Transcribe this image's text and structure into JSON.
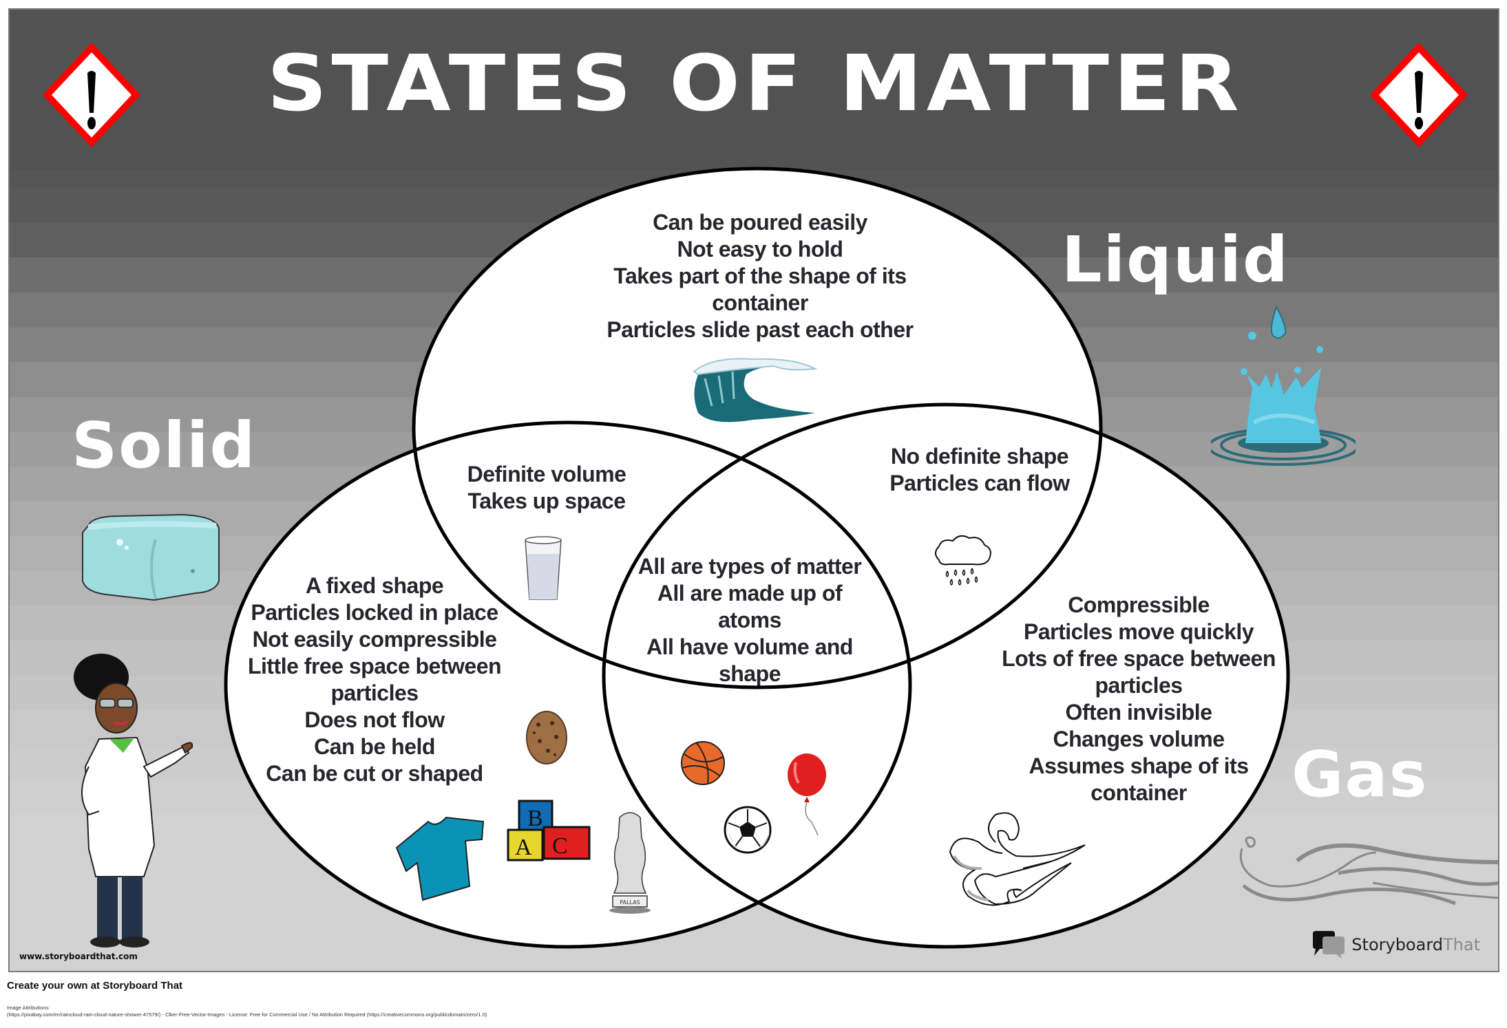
{
  "poster": {
    "title": "STATES OF MATTER",
    "hazard_icon": "exclamation-hazard-diamond-icon",
    "colors": {
      "title_band": "#525252",
      "hazard_red": "#ff0000",
      "circle_fill": "#ffffff",
      "circle_stroke": "#000000",
      "text": "#25272c"
    }
  },
  "labels": {
    "solid": "Solid",
    "liquid": "Liquid",
    "gas": "Gas"
  },
  "venn": {
    "liquid_only": {
      "lines": [
        "Can be poured easily",
        "Not easy to hold",
        "Takes part of the shape of its",
        "container",
        "Particles slide past each other"
      ],
      "icon": "ocean-wave-icon"
    },
    "solid_only": {
      "lines": [
        "A fixed shape",
        "Particles locked in place",
        "Not easily compressible",
        "Little free space between",
        "particles",
        "Does not flow",
        "Can be held",
        "Can be cut or shaped"
      ],
      "icons": [
        "cookie-icon",
        "t-shirt-icon",
        "abc-blocks-icon",
        "pallas-bust-statue-icon"
      ]
    },
    "gas_only": {
      "lines": [
        "Compressible",
        "Particles move quickly",
        "Lots of free space between",
        "particles",
        "Often invisible",
        "Changes volume",
        "Assumes shape of its",
        "container"
      ],
      "icon": "wind-gust-icon"
    },
    "solid_liquid": {
      "lines": [
        "Definite volume",
        "Takes up space"
      ],
      "icon": "glass-of-water-icon"
    },
    "liquid_gas": {
      "lines": [
        "No definite shape",
        "Particles can flow"
      ],
      "icon": "rain-cloud-icon"
    },
    "all_three": {
      "lines": [
        "All are types of matter",
        "All are made up of",
        "atoms",
        "All have volume and",
        "shape"
      ]
    },
    "solid_gas": {
      "icons": [
        "basketball-icon",
        "red-balloon-icon",
        "soccer-ball-icon"
      ]
    }
  },
  "decor": {
    "ice_cube": "ice-cube-icon",
    "scientist": "scientist-character",
    "splash": "water-splash-icon",
    "wind": "wind-swirl-icon",
    "statue_label": "PALLAS",
    "block_letters": [
      "B",
      "B",
      "A",
      "A",
      "C",
      "C"
    ]
  },
  "watermark": "www.storyboardthat.com",
  "brand": {
    "name_dark": "Storyboard",
    "name_light": "That",
    "icon": "speech-bubbles-logo-icon"
  },
  "footer": {
    "cta": "Create your own at Storyboard That",
    "attribution_title": "Image Attributions:",
    "attribution_text": "(https://pixabay.com/en/raincloud-rain-cloud-nature-shower-47579/) - Clker-Free-Vector-Images - License: Free for Commercial Use / No Attribution Required (https://creativecommons.org/publicdomain/zero/1.0)"
  }
}
